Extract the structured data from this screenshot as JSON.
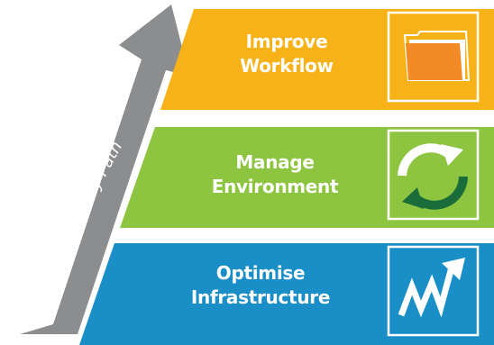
{
  "arrow": {
    "label": "Evolutionary Path",
    "color": "#8c8d8f"
  },
  "tiers": [
    {
      "line1": "Improve",
      "line2": "Workflow",
      "color": "#f7b217",
      "icon": "folder-icon",
      "icon_color": "#f28a25"
    },
    {
      "line1": "Manage",
      "line2": "Environment",
      "color": "#8dc540",
      "icon": "refresh-cycle-icon",
      "icon_color": "#1a6d3a"
    },
    {
      "line1": "Optimise",
      "line2": "Infrastructure",
      "color": "#1a8ec7",
      "icon": "growth-chart-icon",
      "icon_color": "#ffffff"
    }
  ]
}
